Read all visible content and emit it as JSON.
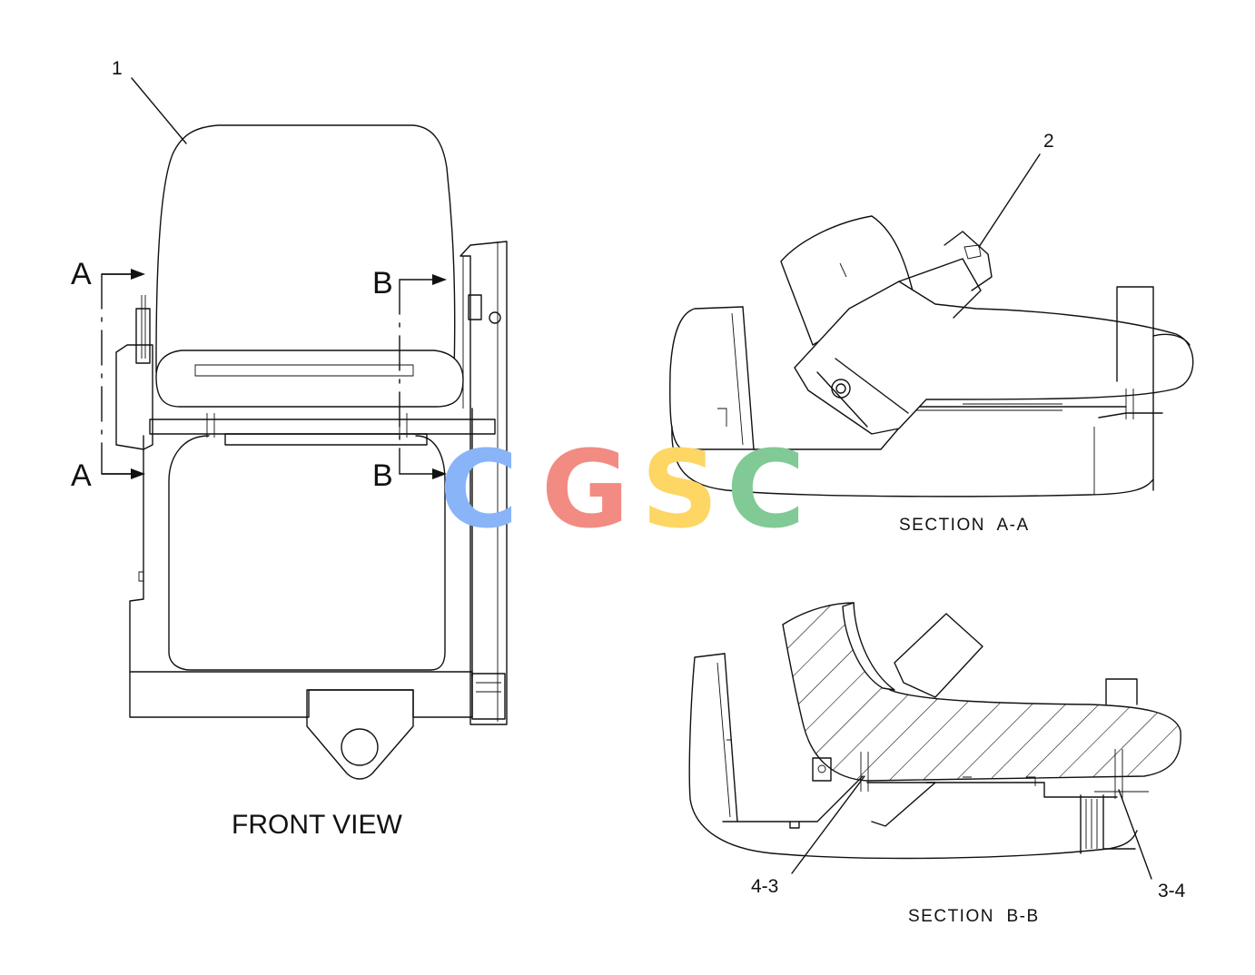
{
  "views": {
    "front": {
      "label": "FRONT VIEW"
    },
    "section_a": {
      "label": "SECTION  A-A"
    },
    "section_b": {
      "label": "SECTION  B-B"
    }
  },
  "section_markers": {
    "a_top": "A",
    "a_bottom": "A",
    "b_top": "B",
    "b_bottom": "B"
  },
  "callouts": {
    "c1": "1",
    "c2": "2",
    "c43": "4-3",
    "c34": "3-4"
  },
  "watermark": {
    "letters": [
      "C",
      "G",
      "S",
      "C"
    ],
    "colors": [
      "#8ab4f8",
      "#f28b82",
      "#fdd663",
      "#81c995"
    ]
  }
}
